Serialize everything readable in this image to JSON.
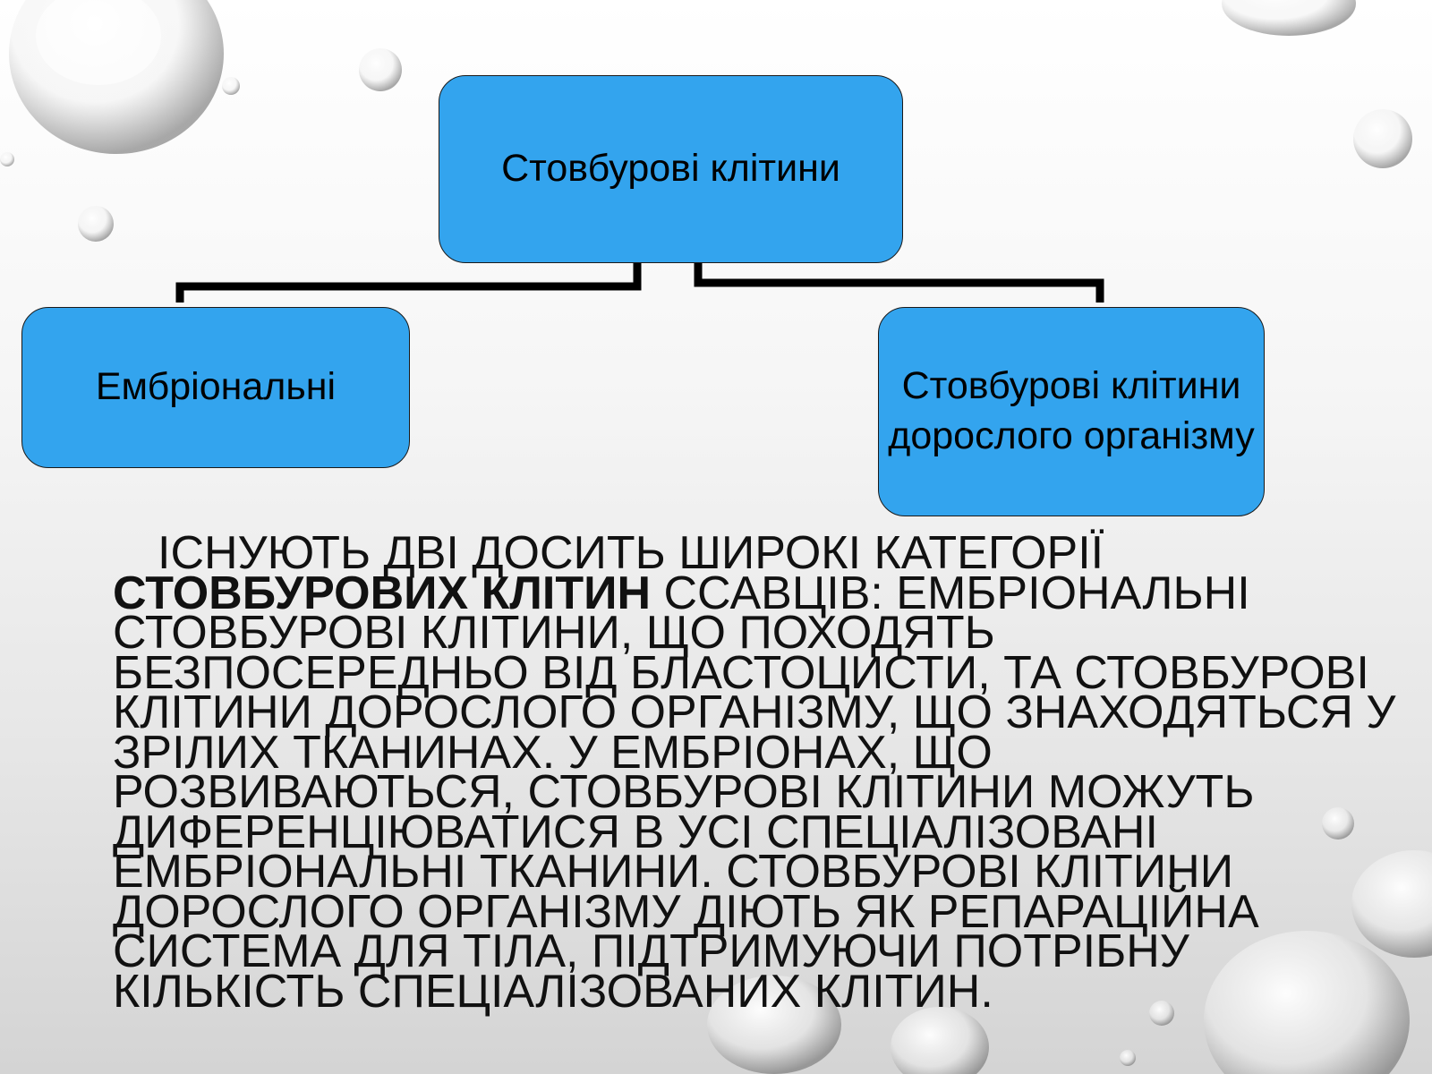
{
  "diagram": {
    "root": {
      "label": "Стовбурові клітини"
    },
    "left": {
      "label": "Ембріональні"
    },
    "right": {
      "label": "Стовбурові клітини дорослого організму"
    }
  },
  "body": {
    "intro": "Існують дві досить широкі категорії",
    "emphasis": "стовбурових клітин",
    "rest": "ссавців: ембріональні стовбурові клітини, що походять безпосередньо від бластоцисти, та стовбурові клітини дорослого організму, що знаходяться у зрілих тканинах. У ембріонах, що розвиваються, стовбурові клітини можуть диференціюватися в усі спеціалізовані ембріональні тканини. Стовбурові клітини дорослого організму діють як репараційна система для тіла, підтримуючи потрібну кількість спеціалізованих клітин."
  },
  "colors": {
    "node_fill": "#33a4ee",
    "node_border": "#1a1a1a",
    "connector": "#000000"
  }
}
